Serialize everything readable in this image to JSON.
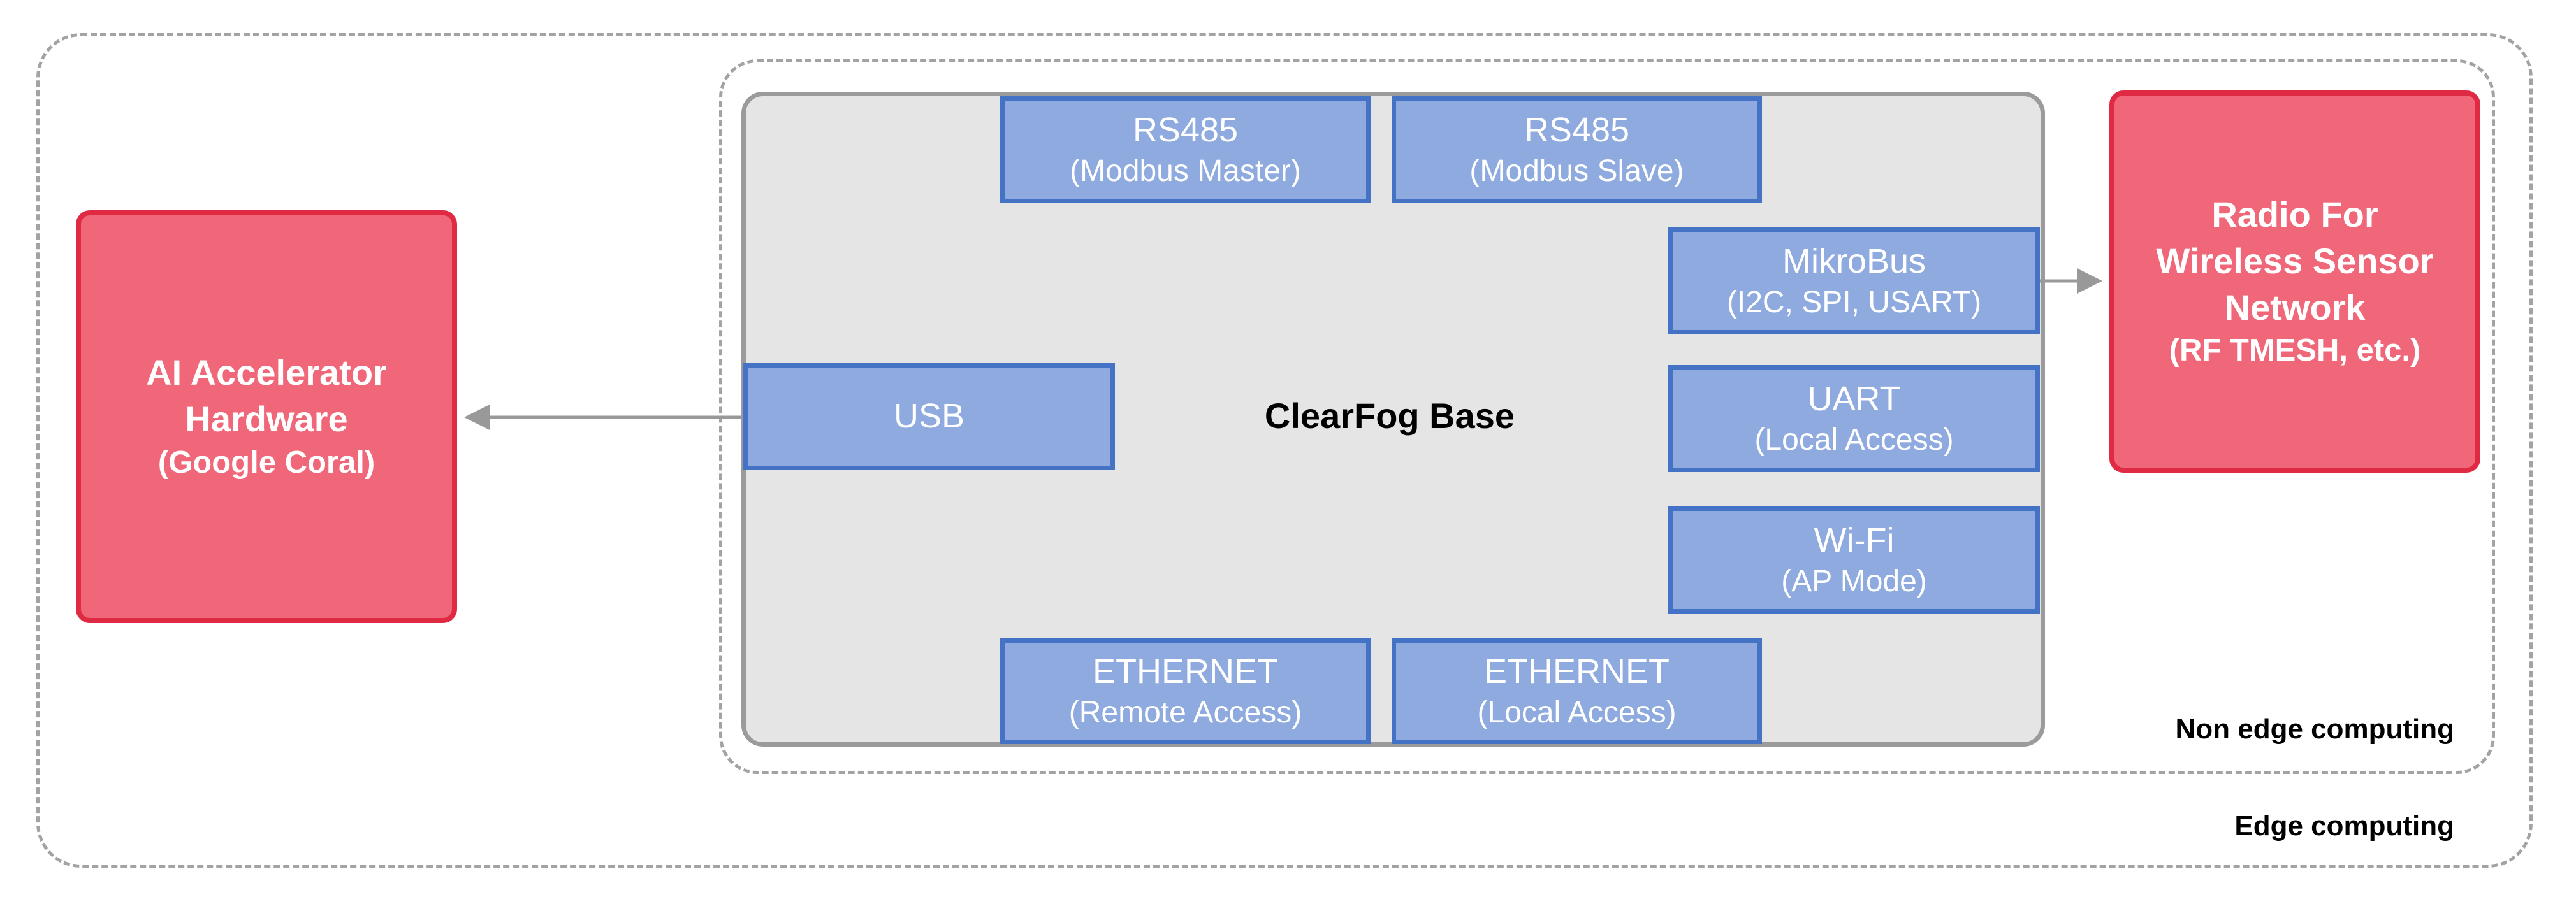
{
  "diagram": {
    "zones": {
      "edge_label": "Edge computing",
      "non_edge_label": "Non edge computing"
    },
    "board": {
      "title": "ClearFog Base"
    },
    "ports": {
      "rs485_master": {
        "line1": "RS485",
        "line2": "(Modbus Master)"
      },
      "rs485_slave": {
        "line1": "RS485",
        "line2": "(Modbus Slave)"
      },
      "mikrobus": {
        "line1": "MikroBus",
        "line2": "(I2C, SPI, USART)"
      },
      "usb": {
        "line1": "USB"
      },
      "uart": {
        "line1": "UART",
        "line2": "(Local Access)"
      },
      "wifi": {
        "line1": "Wi-Fi",
        "line2": "(AP Mode)"
      },
      "ethernet_remote": {
        "line1": "ETHERNET",
        "line2": "(Remote Access)"
      },
      "ethernet_local": {
        "line1": "ETHERNET",
        "line2": "(Local Access)"
      }
    },
    "ai_accelerator": {
      "line1": "AI Accelerator",
      "line2": "Hardware",
      "line3": "(Google Coral)"
    },
    "radio": {
      "line1": "Radio For",
      "line2": "Wireless Sensor",
      "line3": "Network",
      "line4": "(RF TMESH, etc.)"
    },
    "colors": {
      "port_fill": "#8eaadf",
      "port_border": "#4472c4",
      "hardware_fill": "#ef6778",
      "hardware_border": "#e02a43",
      "board_fill": "#e5e5e5",
      "board_border": "#9b9b9b",
      "zone_border": "#a3a3a3",
      "arrow": "#999999"
    }
  }
}
